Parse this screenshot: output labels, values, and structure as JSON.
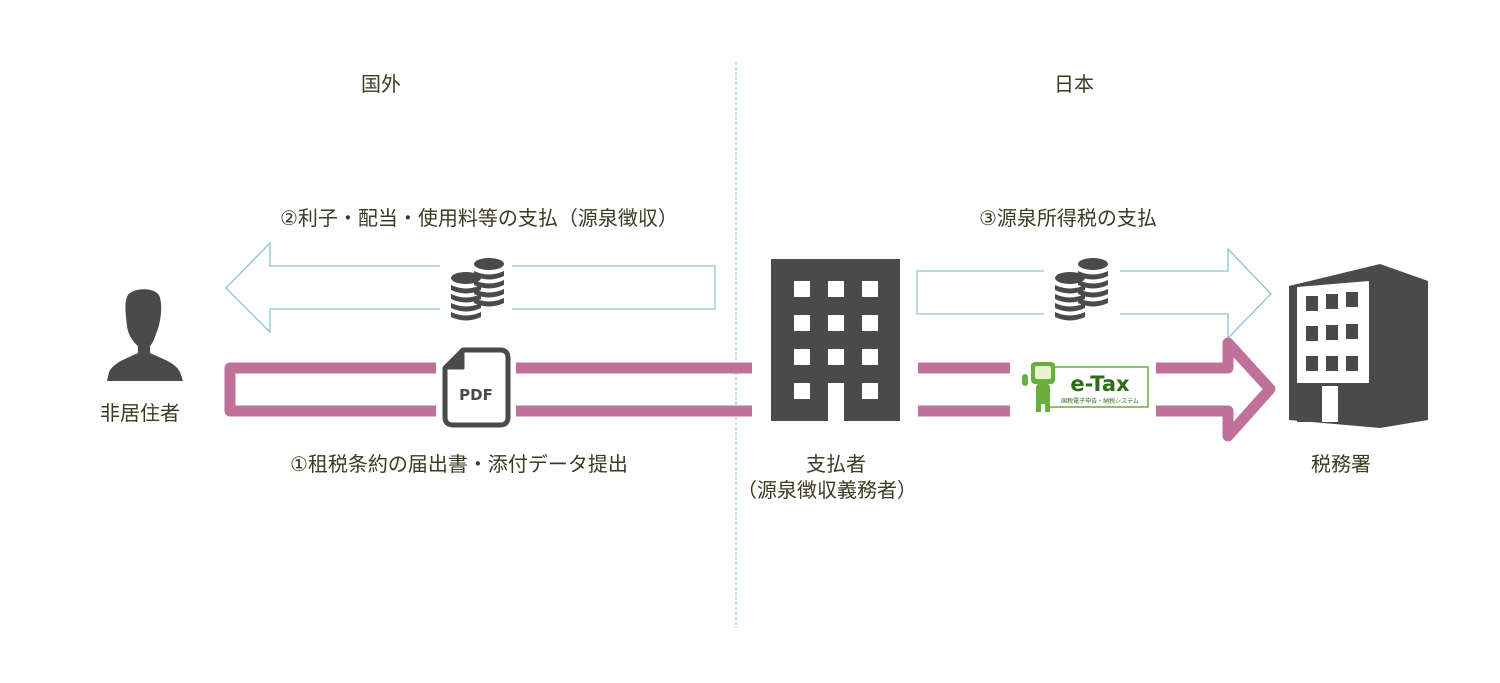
{
  "regions": {
    "overseas": "国外",
    "japan": "日本"
  },
  "actors": {
    "non_resident": "非居住者",
    "payer_line1": "支払者",
    "payer_line2": "（源泉徴収義務者）",
    "tax_office": "税務署"
  },
  "flows": {
    "step1": "①租税条約の届出書・添付データ提出",
    "step2": "②利子・配当・使用料等の支払（源泉徴収）",
    "step3": "③源泉所得税の支払"
  },
  "icons": {
    "pdf_label": "PDF",
    "etax_label": "e-Tax",
    "etax_sub": "国税電子申告・納税システム"
  },
  "colors": {
    "money_arrow": "#8ec4d2",
    "document_arrow": "#c0719a",
    "icon_dark": "#4a4a4a",
    "text": "#3b3a22",
    "divider": "#8ec4d2",
    "etax_green": "#6aae3e"
  }
}
